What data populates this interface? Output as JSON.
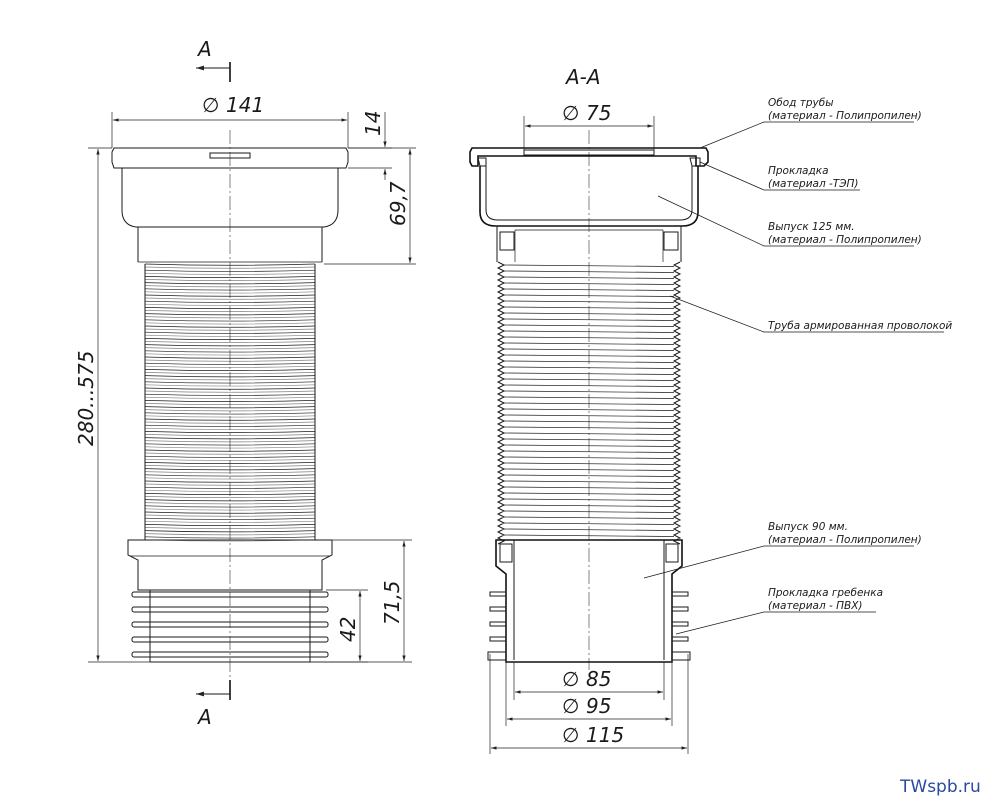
{
  "section_marks": {
    "top": "A",
    "bottom": "A",
    "section_title": "A-A"
  },
  "dimensions": {
    "d141": "141",
    "d14": "14",
    "d69_7": "69,7",
    "length": "280...575",
    "d71_5": "71,5",
    "d42": "42",
    "d75": "75",
    "d85": "85",
    "d95": "95",
    "d115": "115"
  },
  "callouts": [
    {
      "line1": "Обод трубы",
      "line2": "(материал - Полипропилен)"
    },
    {
      "line1": "Прокладка",
      "line2": "(материал -ТЭП)"
    },
    {
      "line1": "Выпуск 125 мм.",
      "line2": "(материал - Полипропилен)"
    },
    {
      "line1": "Труба армированная проволокой",
      "line2": ""
    },
    {
      "line1": "Выпуск 90 мм.",
      "line2": "(материал - Полипропилен)"
    },
    {
      "line1": "Прокладка гребенка",
      "line2": "(материал - ПВХ)"
    }
  ],
  "watermark": "TWspb.ru"
}
